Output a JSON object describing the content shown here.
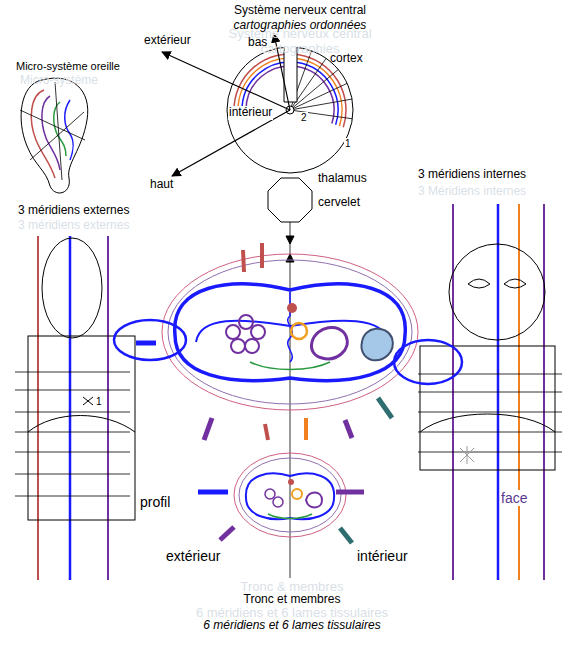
{
  "diagram": {
    "labels": [
      "Système nerveux central",
      "cartographies",
      "Système nerveux central",
      "cartographies ordonnées",
      "Micro-système",
      "Micro-système oreille",
      "extérieur",
      "bas",
      "cortex",
      "haut",
      "intérieur",
      "2",
      "1",
      "thalamus",
      "cervelet",
      "3 Méridiens internes",
      "3 méridiens internes",
      "3 méridiens externes",
      "3 méridiens externes",
      "1",
      "profil",
      "face",
      "extérieur",
      "intérieur",
      "Tronc & membres",
      "Tronc et membres",
      "6 méridiens et 6 lames tissulaires",
      "6 méridiens et 6 lames tissulaires"
    ]
  }
}
